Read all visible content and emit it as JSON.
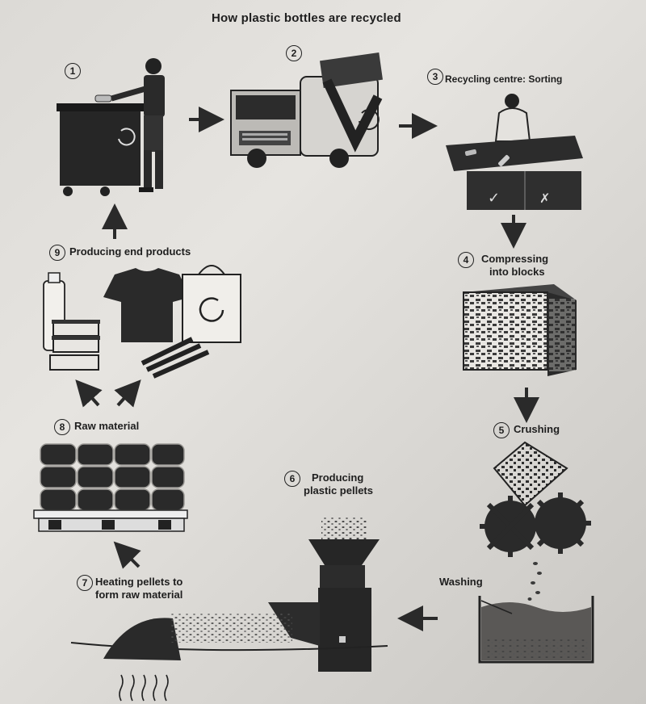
{
  "title": "How plastic bottles are recycled",
  "steps": [
    {
      "num": "1"
    },
    {
      "num": "2"
    },
    {
      "num": "3",
      "label": "Recycling centre: Sorting"
    },
    {
      "num": "4",
      "label_line1": "Compressing",
      "label_line2": "into blocks"
    },
    {
      "num": "5",
      "label": "Crushing"
    },
    {
      "num": "6",
      "label_line1": "Producing",
      "label_line2": "plastic pellets"
    },
    {
      "num": "7",
      "label_line1": "Heating pellets to",
      "label_line2": "form raw material"
    },
    {
      "num": "8",
      "label": "Raw material"
    },
    {
      "num": "9",
      "label": "Producing end products"
    }
  ],
  "washing_label": "Washing",
  "sort_marks": {
    "accept": "✓",
    "reject": "✗"
  }
}
